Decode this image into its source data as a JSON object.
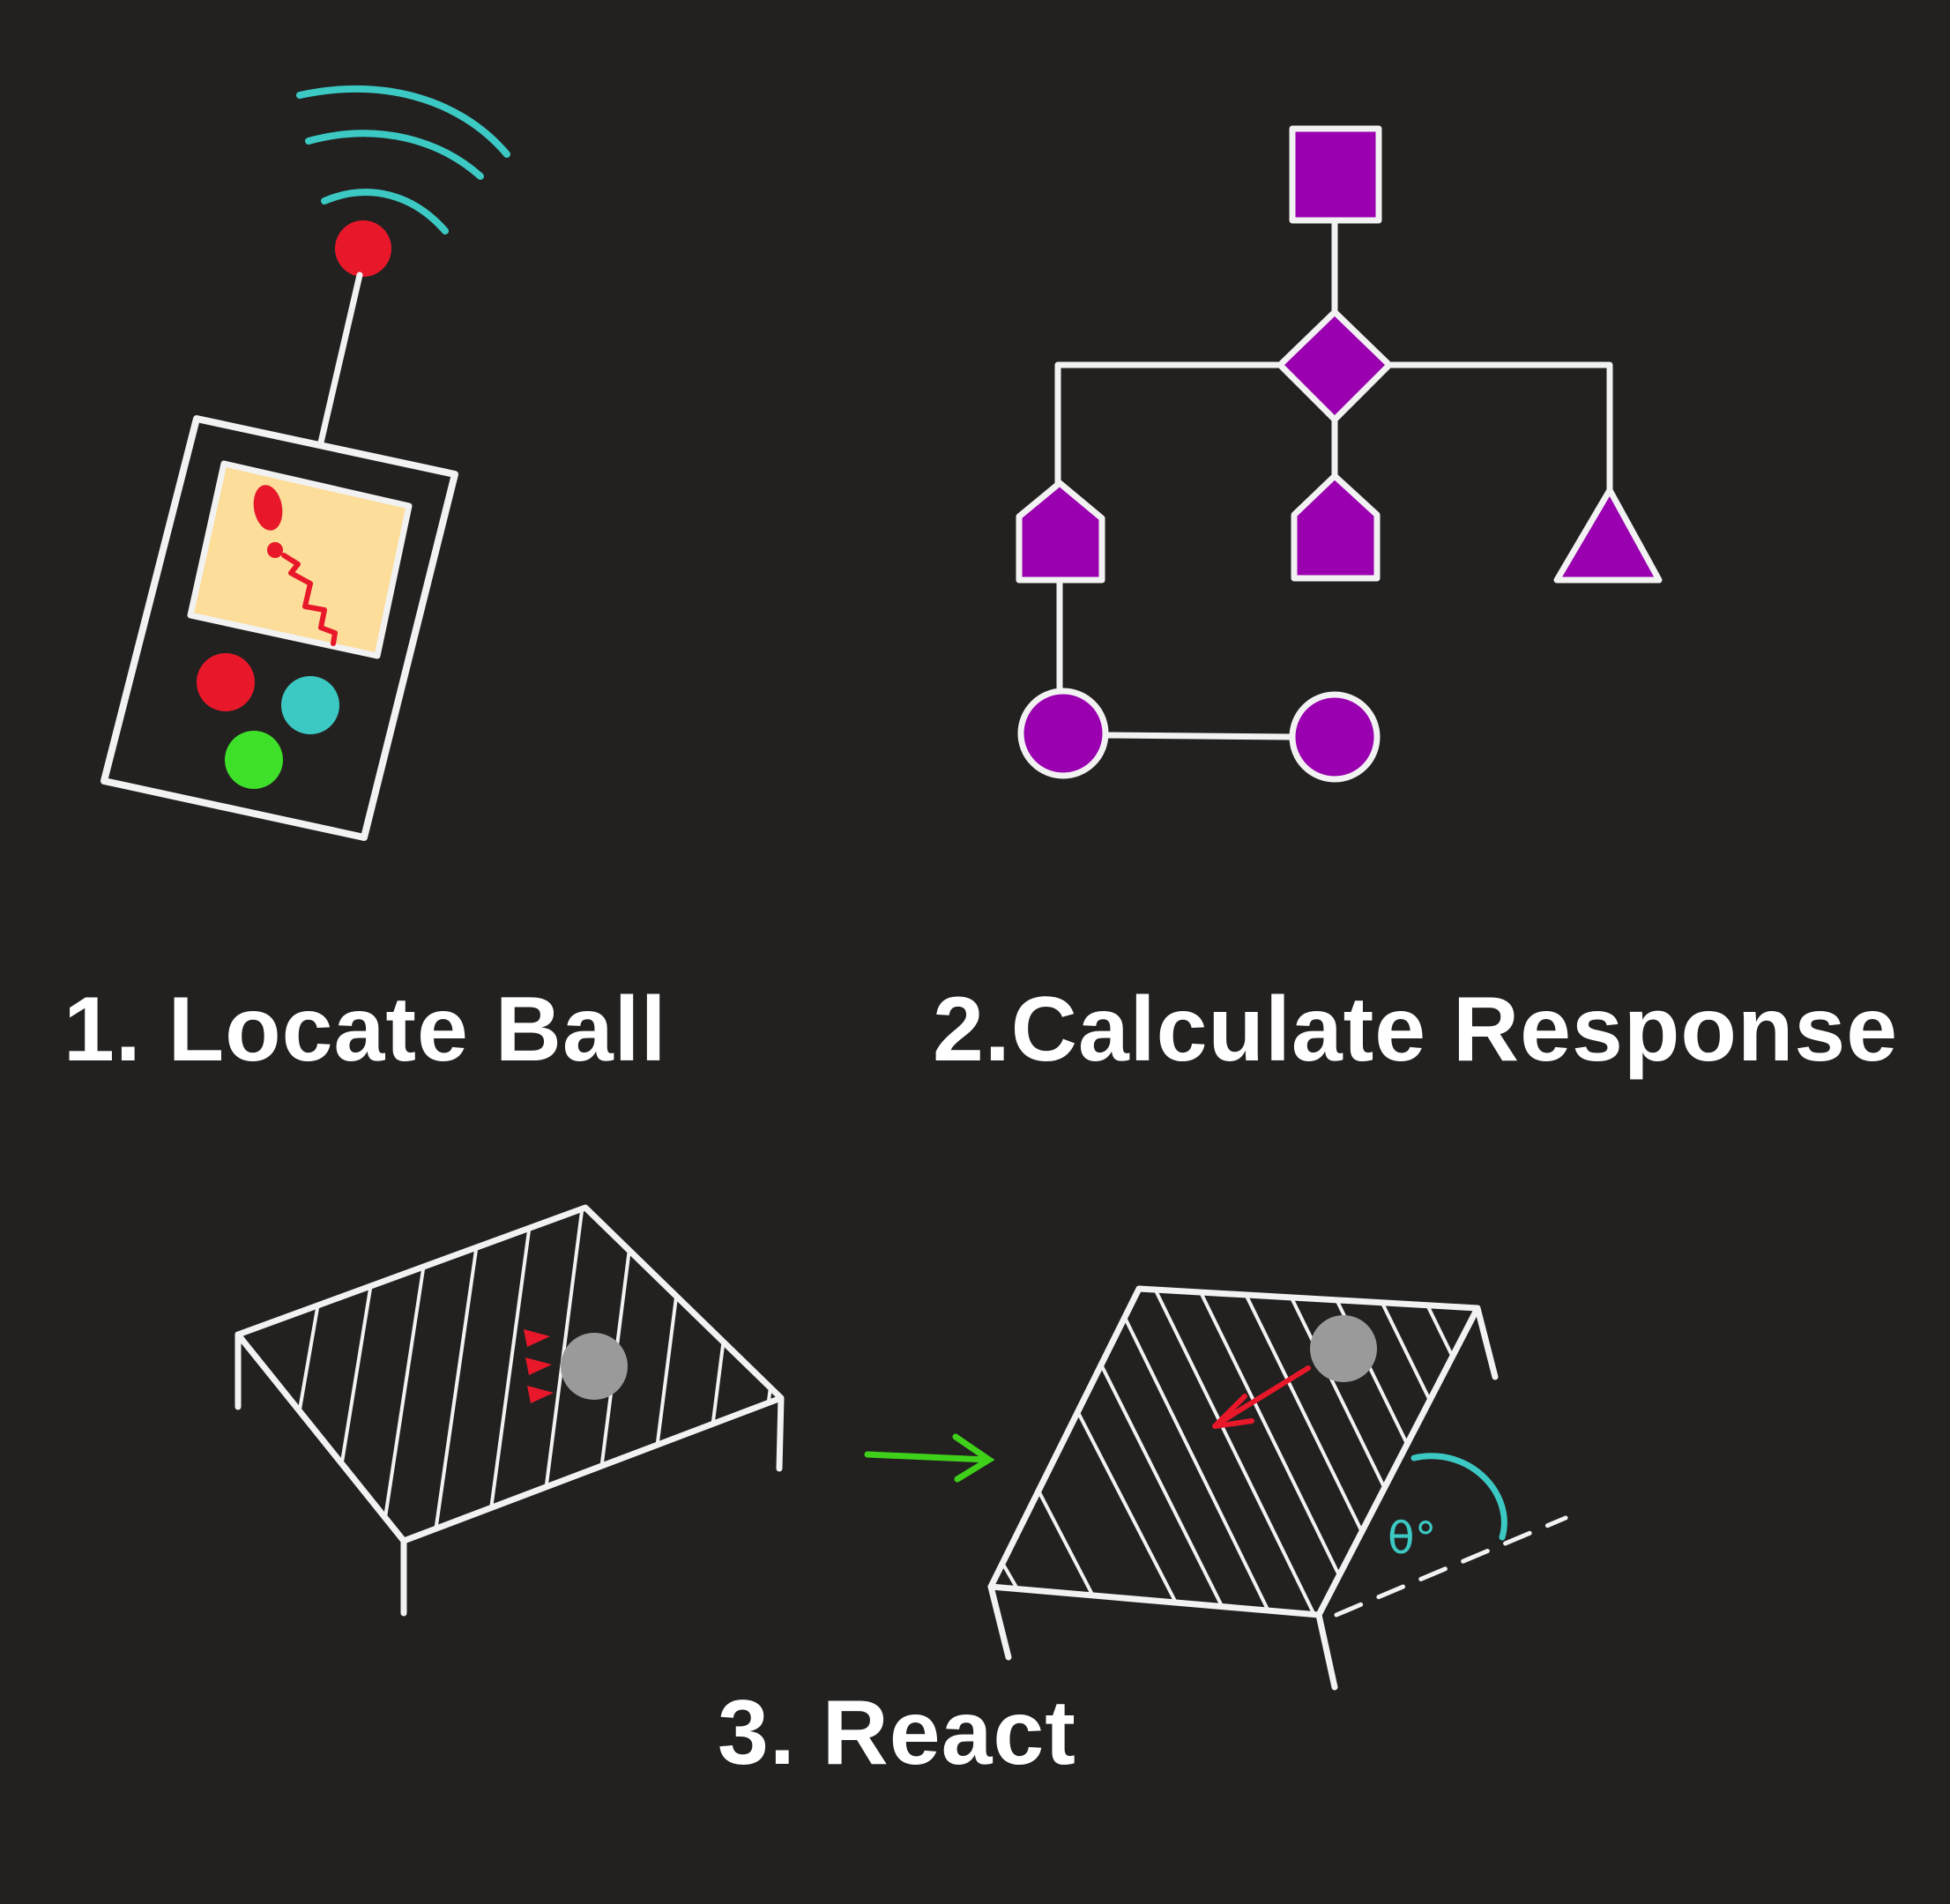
{
  "steps": [
    {
      "label": "1. Locate Ball"
    },
    {
      "label": "2.Calculate Response"
    },
    {
      "label": "3. React"
    }
  ],
  "annotations": {
    "angle_symbol": "θ°"
  },
  "colors": {
    "background": "#222120",
    "stroke": "#f2f2f2",
    "signal": "#3cc9c4",
    "red": "#e8182a",
    "teal_button": "#3cc9c4",
    "green_button": "#3fe02a",
    "screen": "#fcdd9a",
    "purple": "#9a00b0",
    "ball": "#9a9a9a",
    "arrow_green": "#3fd01a",
    "angle": "#3cc9c4"
  },
  "icons": [
    "tracker-device-icon",
    "signal-waves-icon",
    "flowchart-icon",
    "table-flat-icon",
    "transition-arrow-icon",
    "table-tilted-icon",
    "angle-arc-icon"
  ]
}
